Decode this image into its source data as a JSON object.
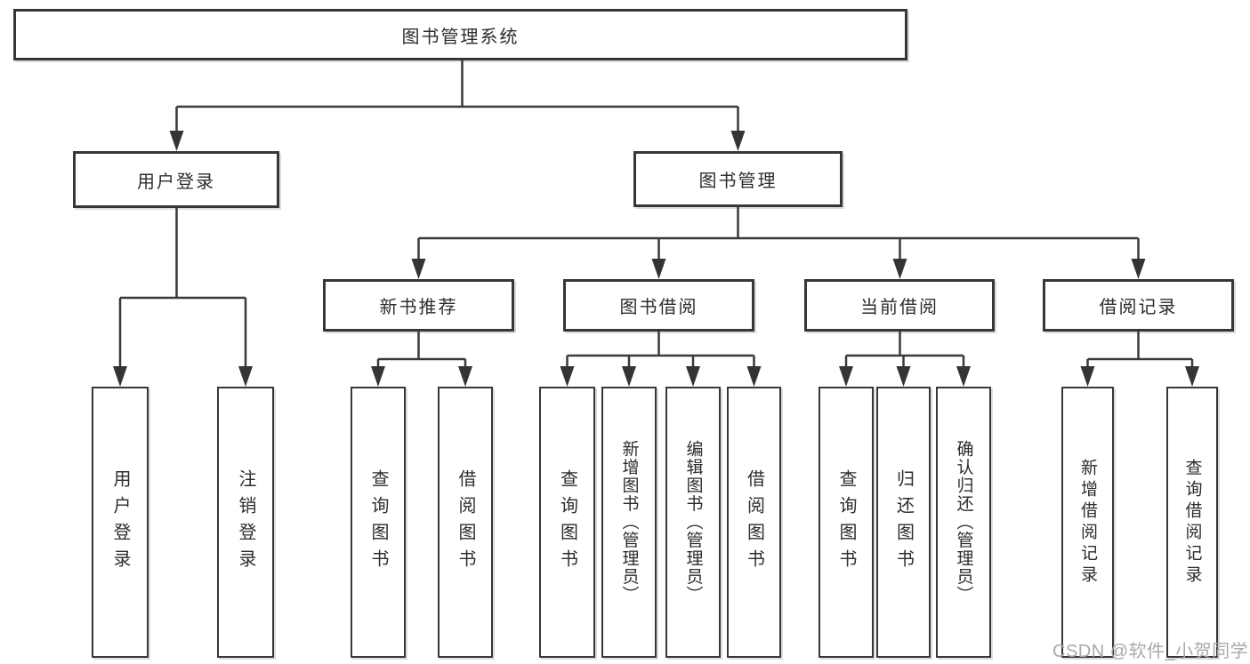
{
  "nodes": {
    "root": "图书管理系统",
    "user_login": "用户登录",
    "book_mgmt": "图书管理",
    "new_books": "新书推荐",
    "book_borrow": "图书借阅",
    "current_borrow": "当前借阅",
    "borrow_records": "借阅记录",
    "ul_login": "用户登录",
    "ul_logout": "注销登录",
    "nb_query": "查询图书",
    "nb_borrow": "借阅图书",
    "bb_query": "查询图书",
    "bb_add": "新增图书（管理员）",
    "bb_edit": "编辑图书（管理员）",
    "bb_borrow": "借阅图书",
    "cb_query": "查询图书",
    "cb_return": "归还图书",
    "cb_confirm": "确认归还（管理员）",
    "br_add": "新增借阅记录",
    "br_query": "查询借阅记录"
  },
  "hierarchy": {
    "图书管理系统": [
      "用户登录",
      "图书管理"
    ],
    "用户登录": [
      "用户登录",
      "注销登录"
    ],
    "图书管理": [
      "新书推荐",
      "图书借阅",
      "当前借阅",
      "借阅记录"
    ],
    "新书推荐": [
      "查询图书",
      "借阅图书"
    ],
    "图书借阅": [
      "查询图书",
      "新增图书（管理员）",
      "编辑图书（管理员）",
      "借阅图书"
    ],
    "当前借阅": [
      "查询图书",
      "归还图书",
      "确认归还（管理员）"
    ],
    "借阅记录": [
      "新增借阅记录",
      "查询借阅记录"
    ]
  },
  "watermark": "CSDN @软件_小贺同学",
  "colors": {
    "line": "#3a3a3a",
    "border": "#373737",
    "text": "#2d2d2d",
    "background": "#ffffff",
    "watermark": "#a9a9a9"
  }
}
